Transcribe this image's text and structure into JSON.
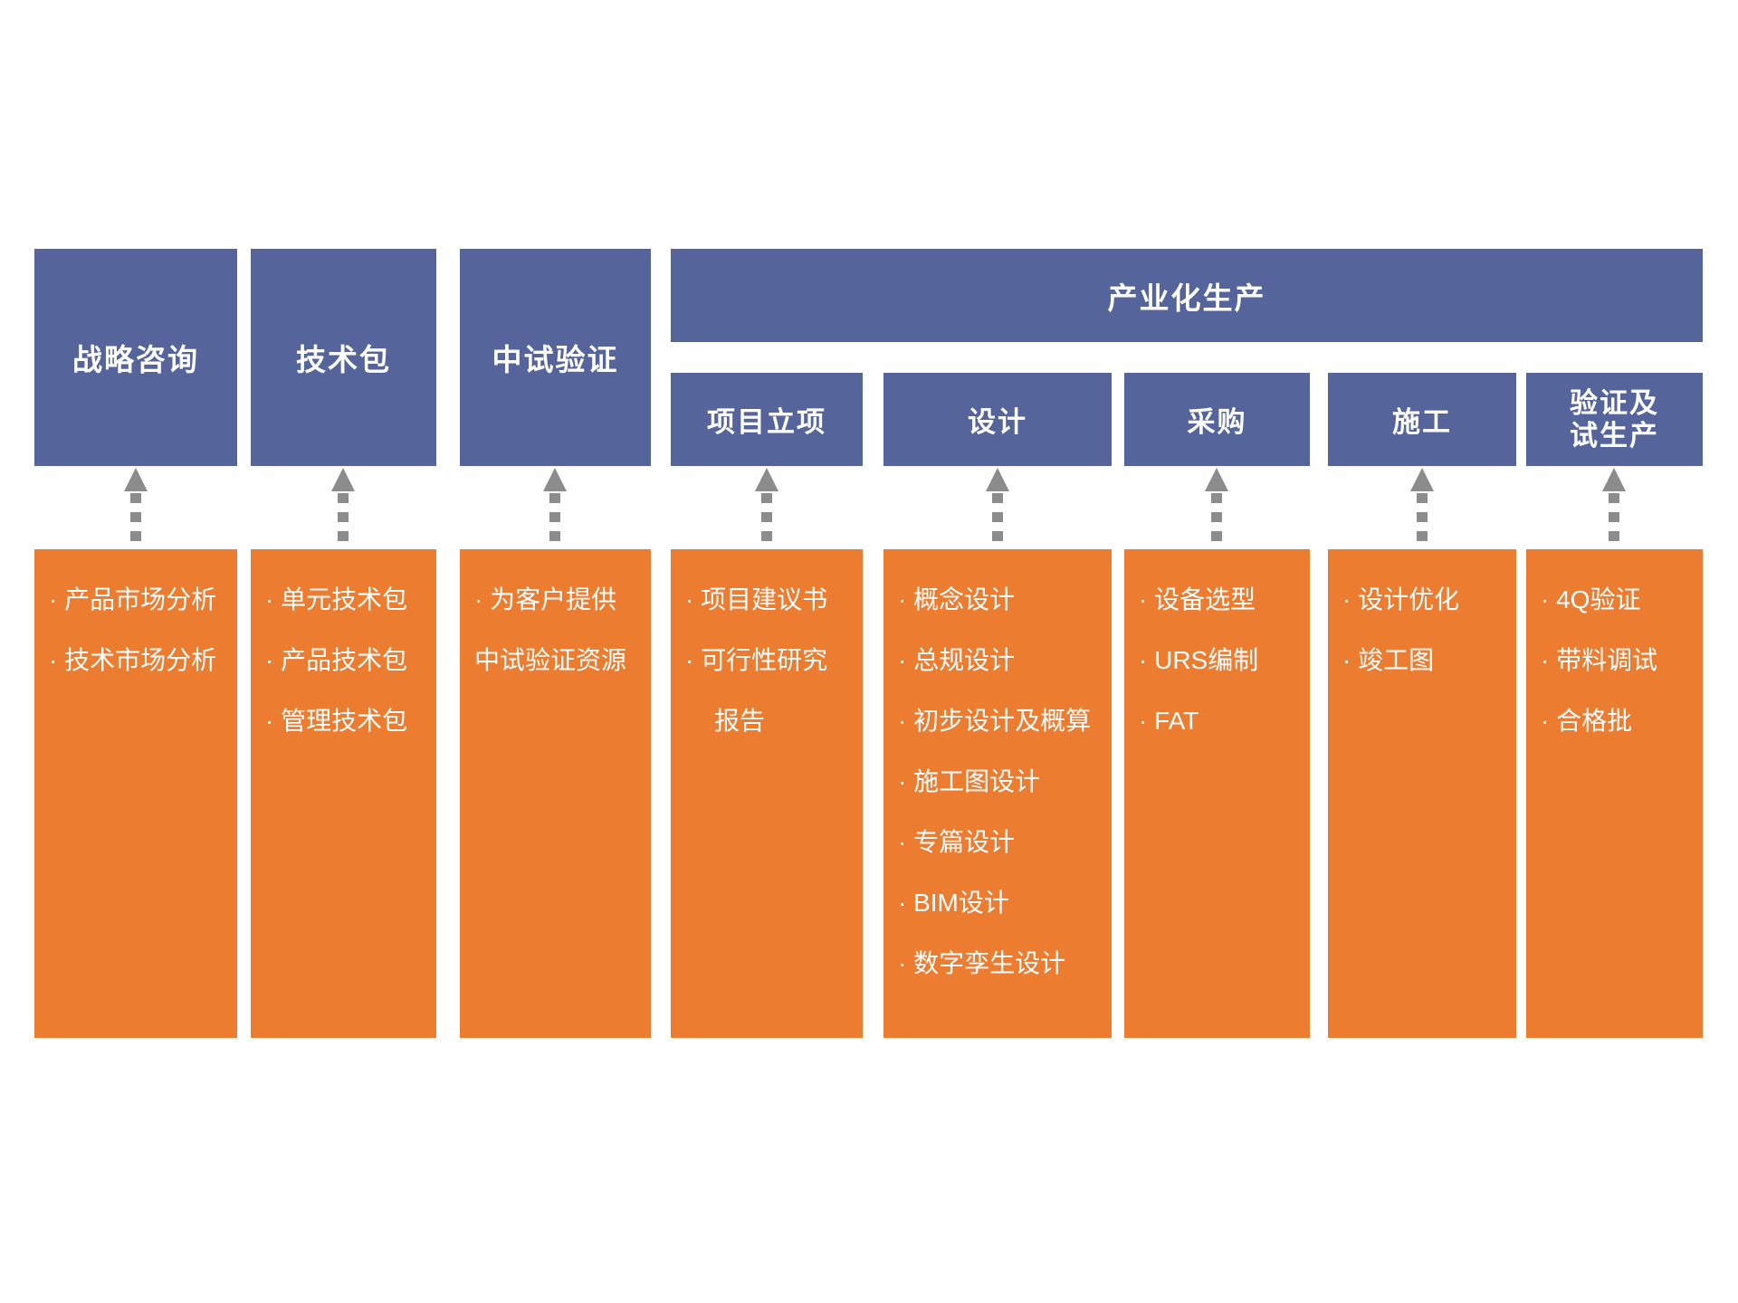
{
  "diagram": {
    "band": {
      "title": "产业化生产"
    },
    "columns": [
      {
        "title": "战略咨询",
        "items": [
          "· 产品市场分析",
          "· 技术市场分析"
        ]
      },
      {
        "title": "技术包",
        "items": [
          "· 单元技术包",
          "· 产品技术包",
          "· 管理技术包"
        ]
      },
      {
        "title": "中试验证",
        "items": [
          "· 为客户提供",
          "中试验证资源"
        ]
      },
      {
        "title": "项目立项",
        "items": [
          "· 项目建议书",
          "· 可行性研究",
          "报告"
        ]
      },
      {
        "title": "设计",
        "items": [
          "· 概念设计",
          "· 总规设计",
          "· 初步设计及概算",
          "· 施工图设计",
          "· 专篇设计",
          "· BIM设计",
          "· 数字孪生设计"
        ]
      },
      {
        "title": "采购",
        "items": [
          "· 设备选型",
          "· URS编制",
          "· FAT"
        ]
      },
      {
        "title": "施工",
        "items": [
          "· 设计优化",
          "· 竣工图"
        ]
      },
      {
        "title": "验证及试生产",
        "items": [
          "· 4Q验证",
          "· 带料调试",
          "· 合格批"
        ]
      }
    ],
    "colors": {
      "stage_blue": "#55659B",
      "detail_orange": "#EC7C30",
      "arrow_gray": "#8C8C8C",
      "text_white": "#FFFFFF"
    }
  }
}
